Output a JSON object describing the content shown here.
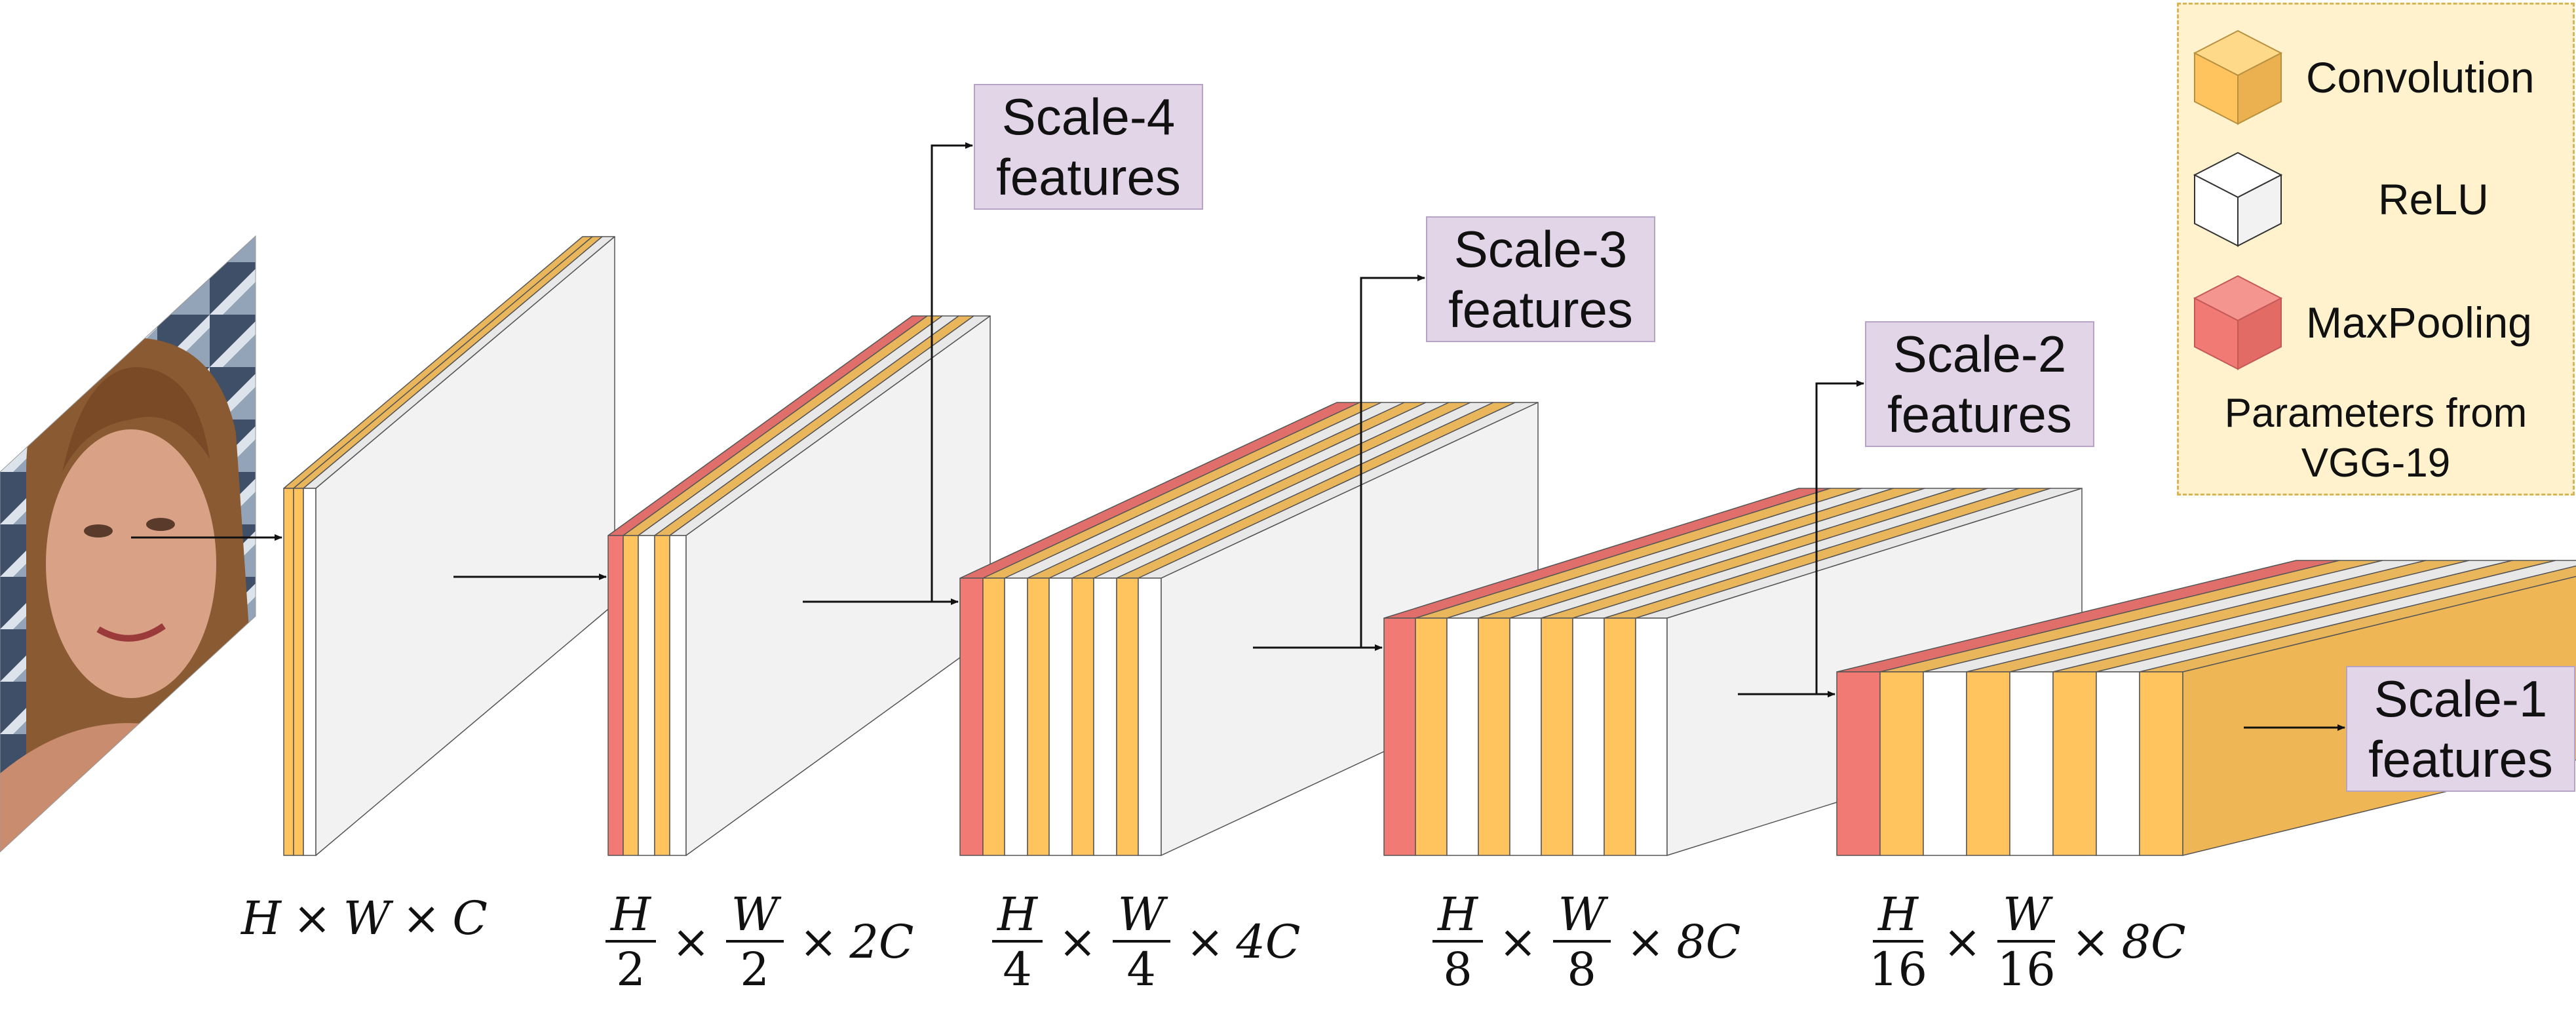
{
  "colors": {
    "convolution": "#ffc45e",
    "relu": "#ffffff",
    "maxpooling": "#f27a75",
    "feature_box_fill": "#e1d5e7",
    "legend_fill": "#fff2cc",
    "legend_border": "#d6b656"
  },
  "legend": {
    "items": [
      {
        "label": "Convolution",
        "icon": "orange-cube-icon"
      },
      {
        "label": "ReLU",
        "icon": "white-cube-icon"
      },
      {
        "label": "MaxPooling",
        "icon": "red-cube-icon"
      }
    ],
    "note_line1": "Parameters from",
    "note_line2": "VGG-19"
  },
  "input_image": {
    "icon": "face-photo"
  },
  "outputs": [
    {
      "line1": "Scale-4",
      "line2": "features"
    },
    {
      "line1": "Scale-3",
      "line2": "features"
    },
    {
      "line1": "Scale-2",
      "line2": "features"
    },
    {
      "line1": "Scale-1",
      "line2": "features"
    }
  ],
  "blocks": [
    {
      "layers": [
        "C",
        "C",
        "R"
      ],
      "dims": {
        "h": "H",
        "w": "W",
        "c": "C"
      }
    },
    {
      "layers": [
        "M",
        "C",
        "R",
        "C",
        "R"
      ],
      "dims": {
        "h_num": "H",
        "h_den": "2",
        "w_num": "W",
        "w_den": "2",
        "c": "2C"
      }
    },
    {
      "layers": [
        "M",
        "C",
        "R",
        "C",
        "R",
        "C",
        "R",
        "C",
        "R"
      ],
      "dims": {
        "h_num": "H",
        "h_den": "4",
        "w_num": "W",
        "w_den": "4",
        "c": "4C"
      }
    },
    {
      "layers": [
        "M",
        "C",
        "R",
        "C",
        "R",
        "C",
        "R",
        "C",
        "R"
      ],
      "dims": {
        "h_num": "H",
        "h_den": "8",
        "w_num": "W",
        "w_den": "8",
        "c": "8C"
      }
    },
    {
      "layers": [
        "M",
        "C",
        "R",
        "C",
        "R",
        "C",
        "R",
        "C"
      ],
      "dims": {
        "h_num": "H",
        "h_den": "16",
        "w_num": "W",
        "w_den": "16",
        "c": "8C"
      }
    }
  ],
  "symbols": {
    "times": "×"
  }
}
